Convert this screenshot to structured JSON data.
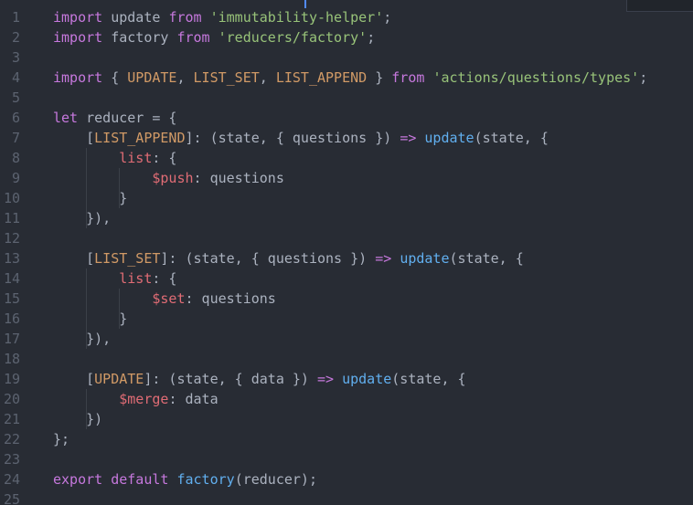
{
  "line_numbers": [
    "1",
    "2",
    "3",
    "4",
    "5",
    "6",
    "7",
    "8",
    "9",
    "10",
    "11",
    "12",
    "13",
    "14",
    "15",
    "16",
    "17",
    "18",
    "19",
    "20",
    "21",
    "22",
    "23",
    "24",
    "25"
  ],
  "code_lines": [
    [
      {
        "t": "import",
        "c": "kw"
      },
      {
        "t": " update ",
        "c": "plain"
      },
      {
        "t": "from",
        "c": "kw"
      },
      {
        "t": " ",
        "c": "plain"
      },
      {
        "t": "'immutability-helper'",
        "c": "str"
      },
      {
        "t": ";",
        "c": "plain"
      }
    ],
    [
      {
        "t": "import",
        "c": "kw"
      },
      {
        "t": " factory ",
        "c": "plain"
      },
      {
        "t": "from",
        "c": "kw"
      },
      {
        "t": " ",
        "c": "plain"
      },
      {
        "t": "'reducers/factory'",
        "c": "str"
      },
      {
        "t": ";",
        "c": "plain"
      }
    ],
    [],
    [
      {
        "t": "import",
        "c": "kw"
      },
      {
        "t": " { ",
        "c": "plain"
      },
      {
        "t": "UPDATE",
        "c": "const"
      },
      {
        "t": ", ",
        "c": "plain"
      },
      {
        "t": "LIST_SET",
        "c": "const"
      },
      {
        "t": ", ",
        "c": "plain"
      },
      {
        "t": "LIST_APPEND",
        "c": "const"
      },
      {
        "t": " } ",
        "c": "plain"
      },
      {
        "t": "from",
        "c": "kw"
      },
      {
        "t": " ",
        "c": "plain"
      },
      {
        "t": "'actions/questions/types'",
        "c": "str"
      },
      {
        "t": ";",
        "c": "plain"
      }
    ],
    [],
    [
      {
        "t": "let",
        "c": "kw"
      },
      {
        "t": " reducer = {",
        "c": "plain"
      }
    ],
    [
      {
        "t": "    [",
        "c": "plain"
      },
      {
        "t": "LIST_APPEND",
        "c": "const"
      },
      {
        "t": "]: (state, { questions }) ",
        "c": "plain"
      },
      {
        "t": "=>",
        "c": "kw"
      },
      {
        "t": " ",
        "c": "plain"
      },
      {
        "t": "update",
        "c": "fn"
      },
      {
        "t": "(state, {",
        "c": "plain"
      }
    ],
    [
      {
        "t": "        ",
        "c": "plain"
      },
      {
        "t": "list",
        "c": "prop"
      },
      {
        "t": ": {",
        "c": "plain"
      }
    ],
    [
      {
        "t": "            ",
        "c": "plain"
      },
      {
        "t": "$push",
        "c": "prop"
      },
      {
        "t": ": questions",
        "c": "plain"
      }
    ],
    [
      {
        "t": "        }",
        "c": "plain"
      }
    ],
    [
      {
        "t": "    }),",
        "c": "plain"
      }
    ],
    [],
    [
      {
        "t": "    [",
        "c": "plain"
      },
      {
        "t": "LIST_SET",
        "c": "const"
      },
      {
        "t": "]: (state, { questions }) ",
        "c": "plain"
      },
      {
        "t": "=>",
        "c": "kw"
      },
      {
        "t": " ",
        "c": "plain"
      },
      {
        "t": "update",
        "c": "fn"
      },
      {
        "t": "(state, {",
        "c": "plain"
      }
    ],
    [
      {
        "t": "        ",
        "c": "plain"
      },
      {
        "t": "list",
        "c": "prop"
      },
      {
        "t": ": {",
        "c": "plain"
      }
    ],
    [
      {
        "t": "            ",
        "c": "plain"
      },
      {
        "t": "$set",
        "c": "prop"
      },
      {
        "t": ": questions",
        "c": "plain"
      }
    ],
    [
      {
        "t": "        }",
        "c": "plain"
      }
    ],
    [
      {
        "t": "    }),",
        "c": "plain"
      }
    ],
    [],
    [
      {
        "t": "    [",
        "c": "plain"
      },
      {
        "t": "UPDATE",
        "c": "const"
      },
      {
        "t": "]: (state, { data }) ",
        "c": "plain"
      },
      {
        "t": "=>",
        "c": "kw"
      },
      {
        "t": " ",
        "c": "plain"
      },
      {
        "t": "update",
        "c": "fn"
      },
      {
        "t": "(state, {",
        "c": "plain"
      }
    ],
    [
      {
        "t": "        ",
        "c": "plain"
      },
      {
        "t": "$merge",
        "c": "prop"
      },
      {
        "t": ": data",
        "c": "plain"
      }
    ],
    [
      {
        "t": "    })",
        "c": "plain"
      }
    ],
    [
      {
        "t": "};",
        "c": "plain"
      }
    ],
    [],
    [
      {
        "t": "export",
        "c": "kw"
      },
      {
        "t": " ",
        "c": "plain"
      },
      {
        "t": "default",
        "c": "kw"
      },
      {
        "t": " ",
        "c": "plain"
      },
      {
        "t": "factory",
        "c": "fn"
      },
      {
        "t": "(reducer);",
        "c": "plain"
      }
    ],
    []
  ],
  "colors": {
    "background": "#282c34",
    "keyword": "#c678dd",
    "string": "#98c379",
    "constant": "#d19a66",
    "function": "#61afef",
    "property": "#e06c75",
    "text": "#abb2bf",
    "line_number": "#5c6370"
  }
}
